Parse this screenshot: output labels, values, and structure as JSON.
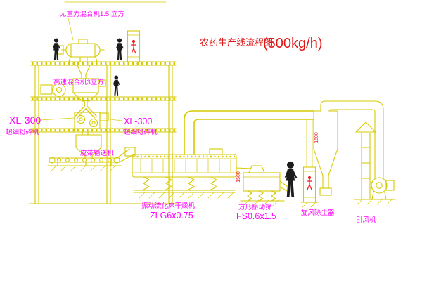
{
  "title": {
    "main": "农药生产线流程图",
    "capacity": "(500kg/h)"
  },
  "equipment_labels": {
    "gravity_mixer": "无重力混合机1.5 立方",
    "high_speed_mixer": "高速混合机3立方",
    "left_mill_model": "XL-300",
    "left_mill_name": "超细粉碎机",
    "right_mill_model": "XL-300",
    "right_mill_name": "超细粉碎机",
    "belt_conveyor": "皮带输送机",
    "dryer_name": "振动流化床干燥机",
    "dryer_model": "ZLG6x0.75",
    "screen_name": "方形振动筛",
    "screen_model": "FS0.6x1.5",
    "cyclone": "旋风除尘器",
    "fan": "引风机"
  },
  "dimensions": {
    "cyclone_height": "1600",
    "screen_inlet_height": "1500"
  },
  "colors": {
    "line": "#d6ca00",
    "label": "#ff00ff",
    "title": "#e01818",
    "annotation_red": "#f21818",
    "figure": "#1c1c1c",
    "background": "#ffffff"
  }
}
